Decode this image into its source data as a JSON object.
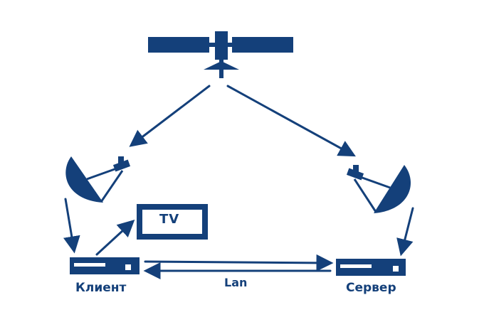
{
  "labels": {
    "tv": "TV",
    "client": "Клиент",
    "server": "Сервер",
    "lan": "Lan"
  },
  "colors": {
    "primary": "#14407a",
    "background": "#ffffff"
  },
  "icons": [
    "satellite-icon",
    "dish-icon",
    "tv-icon",
    "receiver-icon",
    "arrow-icon"
  ]
}
